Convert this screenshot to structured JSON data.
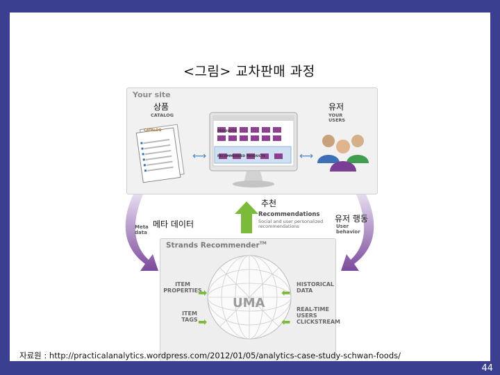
{
  "title": "<그림> 교차판매 과정",
  "your_site_label": "Your site",
  "product_label": "상품",
  "catalog_label": "CATALOG",
  "catalog_sheet_label": "CATALOG",
  "screen_products_label": "PRODUCTS",
  "screen_recommended_label": "RECOMMENDED PRODUCTS",
  "user_label": "유저",
  "your_users_label": "YOUR USERS",
  "recommend_label": "추천",
  "recommendations_title": "Recommendations",
  "recommendations_sub": "Social and user personalized recommendations",
  "metadata_ko": "메타 데이터",
  "metadata_en": "Meta data",
  "user_behavior_ko": "유저 행동",
  "user_behavior_en": "User behavior",
  "strands_title": "Strands Recommender",
  "strands_tm": "TM",
  "uma_label": "UMA",
  "item_properties": "ITEM PROPERTIES",
  "item_tags": "ITEM TAGS",
  "historical_data": "HISTORICAL DATA",
  "realtime_users": "REAL-TIME USERS CLICKSTREAM",
  "source": "자료원 : http://practicalanalytics.wordpress.com/2012/01/05/analytics-case-study-schwan-foods/",
  "page_number": "44",
  "colors": {
    "slide_border": "#3a3f8f",
    "accent_green": "#7cba3c",
    "arrow_purple": "#8a5aa8",
    "screen_purple": "#8e3e8e"
  }
}
